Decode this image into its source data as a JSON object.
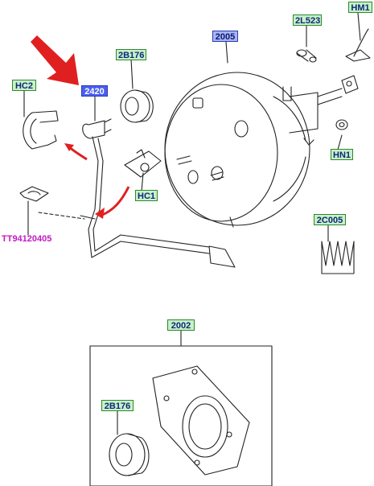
{
  "labels": {
    "hm1": "HM1",
    "l523": "2L523",
    "booster": "2005",
    "b176_top": "2B176",
    "hc2": "HC2",
    "pipe": "2420",
    "hn1": "HN1",
    "hc1": "HC1",
    "c005": "2C005",
    "tt": "TT94120405",
    "gasket": "2002",
    "b176_bottom": "2B176"
  },
  "colors": {
    "line": "#222222",
    "arrow": "#e02020",
    "green_box": "#c9f0c9",
    "blue_box": "#a9b4f6",
    "highlight_box": "#4a5ef0",
    "part_text": "#c21ac2"
  }
}
